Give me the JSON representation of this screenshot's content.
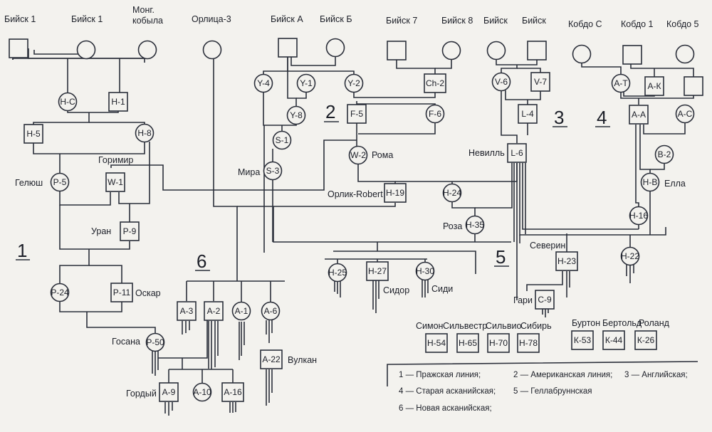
{
  "title": "Родословная схема линий",
  "colors": {
    "line": "#2b2f3a",
    "background": "#f3f2ee",
    "text": "#1c1f28"
  },
  "founders": [
    {
      "id": "f1",
      "name": "Бийск 1",
      "sex": "male"
    },
    {
      "id": "f2",
      "name": "Бийск 1",
      "sex": "female"
    },
    {
      "id": "f3",
      "name": "Монг. кобыла",
      "sex": "female"
    },
    {
      "id": "f4",
      "name": "Орлица-3",
      "sex": "female"
    },
    {
      "id": "f5",
      "name": "Бийск А",
      "sex": "male"
    },
    {
      "id": "f6",
      "name": "Бийск Б",
      "sex": "female"
    },
    {
      "id": "f7",
      "name": "Бийск 7",
      "sex": "male"
    },
    {
      "id": "f8",
      "name": "Бийск 8",
      "sex": "female"
    },
    {
      "id": "f9",
      "name": "Бийск",
      "sex": "female"
    },
    {
      "id": "f10",
      "name": "Бийск",
      "sex": "male"
    },
    {
      "id": "f11",
      "name": "Кобдо С",
      "sex": "female"
    },
    {
      "id": "f12",
      "name": "Кобдо 1",
      "sex": "male"
    },
    {
      "id": "f13",
      "name": "Кобдо 5",
      "sex": "female"
    }
  ],
  "nodes": {
    "HC": {
      "code": "Н-С",
      "sex": "female"
    },
    "H1": {
      "code": "Н-1",
      "sex": "male"
    },
    "H5": {
      "code": "Н-5",
      "sex": "male"
    },
    "H8": {
      "code": "Н-8",
      "sex": "female"
    },
    "P5": {
      "code": "Р-5",
      "sex": "female",
      "name": "Гелюш"
    },
    "W1": {
      "code": "W-1",
      "sex": "male",
      "name": "Горимир"
    },
    "P9": {
      "code": "Р-9",
      "sex": "male",
      "name": "Уран"
    },
    "P24": {
      "code": "Р-24",
      "sex": "female"
    },
    "P11": {
      "code": "Р-11",
      "sex": "male",
      "name": "Оскар"
    },
    "P50": {
      "code": "Р-50",
      "sex": "female",
      "name": "Госана"
    },
    "Y4": {
      "code": "Y-4",
      "sex": "female"
    },
    "Y1": {
      "code": "Y-1",
      "sex": "female"
    },
    "Y2": {
      "code": "Y-2",
      "sex": "female"
    },
    "Y8": {
      "code": "Y-8",
      "sex": "female"
    },
    "S1": {
      "code": "S-1",
      "sex": "female"
    },
    "S3": {
      "code": "S-3",
      "sex": "female",
      "name": "Мира"
    },
    "F5": {
      "code": "F-5",
      "sex": "male"
    },
    "F6": {
      "code": "F-6",
      "sex": "female"
    },
    "Ch2": {
      "code": "Ch-2",
      "sex": "male"
    },
    "W2": {
      "code": "W-2",
      "sex": "female",
      "name": "Рома"
    },
    "H19": {
      "code": "Н-19",
      "sex": "male",
      "name": "Орлик-Robert"
    },
    "H24": {
      "code": "Н-24",
      "sex": "female"
    },
    "H35": {
      "code": "Н-35",
      "sex": "female",
      "name": "Роза"
    },
    "V6": {
      "code": "V-6",
      "sex": "female"
    },
    "V7": {
      "code": "V-7",
      "sex": "male"
    },
    "L4": {
      "code": "L-4",
      "sex": "male"
    },
    "L6": {
      "code": "L-6",
      "sex": "male",
      "name": "Невилль"
    },
    "AT": {
      "code": "А-Т",
      "sex": "female"
    },
    "AK": {
      "code": "А-К",
      "sex": "male"
    },
    "AX": {
      "code": "",
      "sex": "male"
    },
    "AA": {
      "code": "А-А",
      "sex": "male"
    },
    "AC": {
      "code": "А-С",
      "sex": "female"
    },
    "B2": {
      "code": "В-2",
      "sex": "female"
    },
    "HB": {
      "code": "Н-В",
      "sex": "female",
      "name": "Елла"
    },
    "H16": {
      "code": "Н-16",
      "sex": "female"
    },
    "H22": {
      "code": "Н-22",
      "sex": "female"
    },
    "H23": {
      "code": "Н-23",
      "sex": "male",
      "name": "Северин"
    },
    "C9": {
      "code": "С-9",
      "sex": "male",
      "name": "Гари"
    },
    "H25": {
      "code": "Н-25",
      "sex": "female"
    },
    "H27": {
      "code": "Н-27",
      "sex": "male",
      "name": "Сидор"
    },
    "H30": {
      "code": "Н-30",
      "sex": "female",
      "name": "Сиди"
    },
    "A3": {
      "code": "А-3",
      "sex": "male"
    },
    "A2": {
      "code": "А-2",
      "sex": "male"
    },
    "A1": {
      "code": "А-1",
      "sex": "female"
    },
    "A6": {
      "code": "А-6",
      "sex": "female"
    },
    "A22": {
      "code": "А-22",
      "sex": "male",
      "name": "Вулкан"
    },
    "A9": {
      "code": "А-9",
      "sex": "male",
      "name": "Гордый"
    },
    "A10": {
      "code": "А-10",
      "sex": "female"
    },
    "A16": {
      "code": "А-16",
      "sex": "male"
    },
    "H54": {
      "code": "Н-54",
      "sex": "male",
      "name": "Симон"
    },
    "H65": {
      "code": "Н-65",
      "sex": "male",
      "name": "Сильвестр"
    },
    "H70": {
      "code": "Н-70",
      "sex": "male",
      "name": "Сильвио"
    },
    "H78": {
      "code": "Н-78",
      "sex": "male",
      "name": "Сибирь"
    },
    "K53": {
      "code": "К-53",
      "sex": "male",
      "name": "Буртон"
    },
    "K44": {
      "code": "К-44",
      "sex": "male",
      "name": "Бертольд"
    },
    "K26": {
      "code": "К-26",
      "sex": "male",
      "name": "Роланд"
    }
  },
  "group_markers": [
    "1",
    "2",
    "3",
    "4",
    "5",
    "6"
  ],
  "legend": {
    "items": [
      "1 — Пражская линия;",
      "2 — Американская линия;",
      "3 — Английская;",
      "4 — Старая асканийская;",
      "5 — Геллабруннская",
      "6 — Новая асканийская;"
    ]
  }
}
